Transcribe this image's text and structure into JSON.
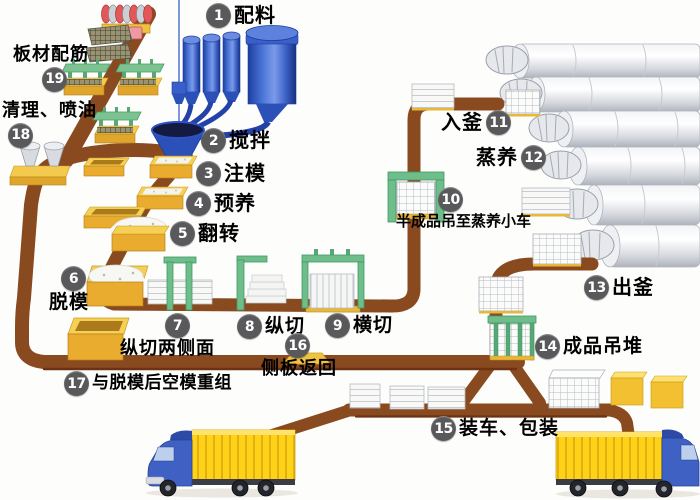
{
  "diagram": "AAC block and panel production process flow",
  "steps": [
    {
      "num": "1",
      "label": "配料"
    },
    {
      "num": "2",
      "label": "搅拌"
    },
    {
      "num": "3",
      "label": "注模"
    },
    {
      "num": "4",
      "label": "预养"
    },
    {
      "num": "5",
      "label": "翻转"
    },
    {
      "num": "6",
      "label": "脱模"
    },
    {
      "num": "7",
      "label": "纵切两侧面"
    },
    {
      "num": "8",
      "label": "纵切"
    },
    {
      "num": "9",
      "label": "横切"
    },
    {
      "num": "10",
      "label": "半成品吊至蒸养小车"
    },
    {
      "num": "11",
      "label": "入釜"
    },
    {
      "num": "12",
      "label": "蒸养"
    },
    {
      "num": "13",
      "label": "出釜"
    },
    {
      "num": "14",
      "label": "成品吊堆"
    },
    {
      "num": "15",
      "label": "装车、包装"
    },
    {
      "num": "16",
      "label": "侧板返回"
    },
    {
      "num": "17",
      "label": "与脱模后空模重组"
    },
    {
      "num": "18",
      "label": "清理、喷油"
    },
    {
      "num": "19",
      "label": "板材配筋"
    }
  ],
  "colors": {
    "conveyor_brown": "#8a4a1f",
    "mold_yellow": "#e9ac2e",
    "machine_green": "#6fbd8a",
    "silo_blue": "#2b50b8",
    "autoclave_silver": "#d3d6dc",
    "badge_gray": "#59595b",
    "truck_cab_blue": "#3f61c4",
    "truck_box_yellow": "#ffd21a"
  }
}
